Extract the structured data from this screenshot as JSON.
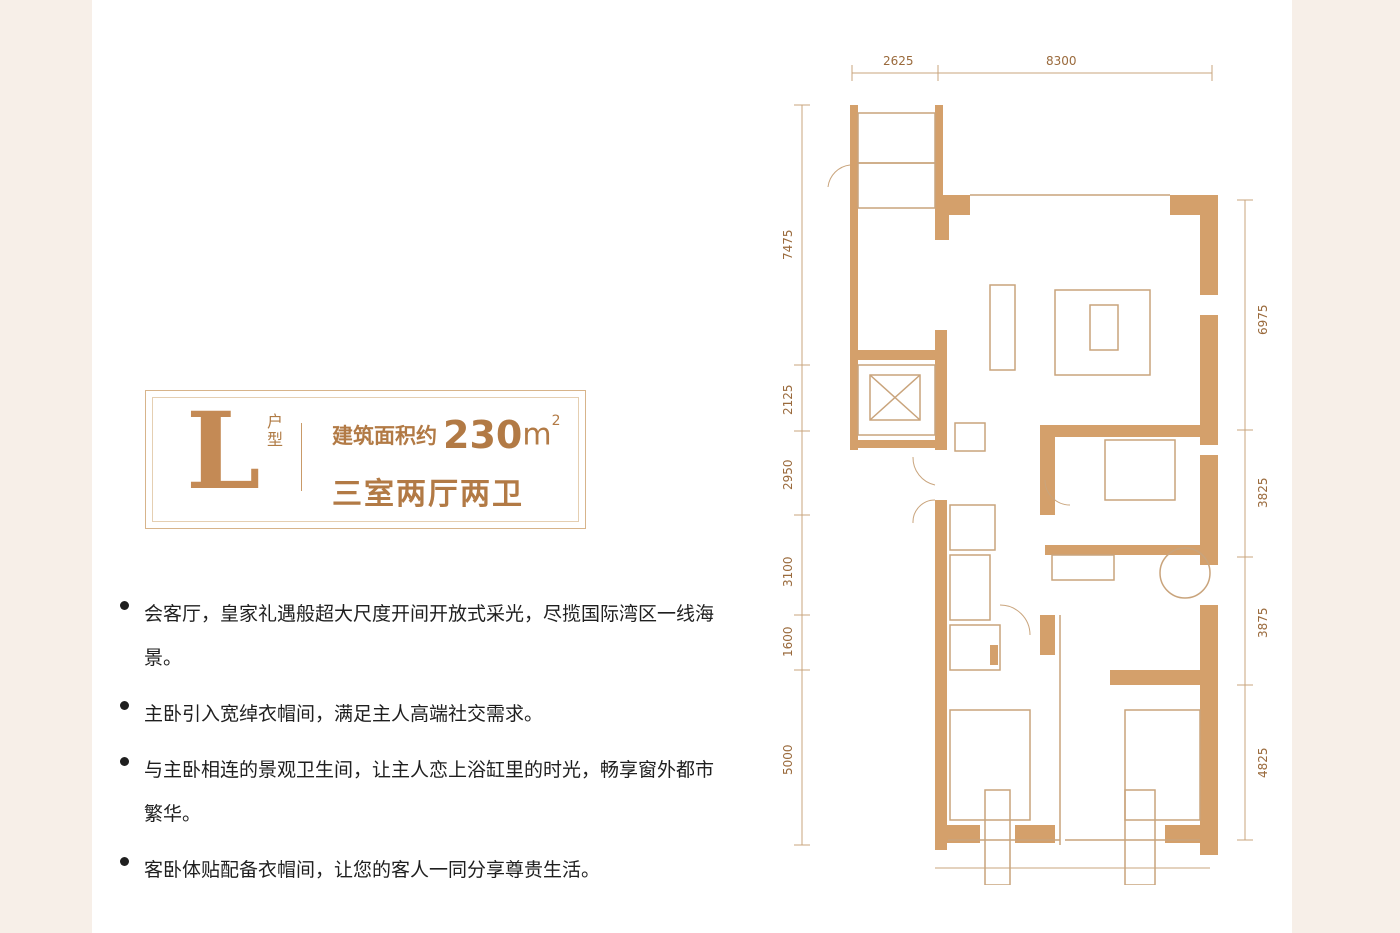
{
  "unit": {
    "letter": "L",
    "type_label": "户型",
    "area_label": "建筑面积约",
    "area_value": "230",
    "area_unit": "m",
    "area_superscript": "2",
    "layout": "三室两厅两卫"
  },
  "features": [
    "会客厅，皇家礼遇般超大尺度开间开放式采光，尽揽国际湾区一线海景。",
    "主卧引入宽绰衣帽间，满足主人高端社交需求。",
    "与主卧相连的景观卫生间，让主人恋上浴缸里的时光，畅享窗外都市繁华。",
    "客卧体贴配备衣帽间，让您的客人一同分享尊贵生活。"
  ],
  "dimensions": {
    "top": [
      "2625",
      "8300"
    ],
    "left": [
      "7475",
      "2125",
      "2950",
      "3100",
      "1600",
      "5000"
    ],
    "right": [
      "6975",
      "3825",
      "3875",
      "4825"
    ]
  },
  "colors": {
    "accent": "#c48a55",
    "wall": "#d4a06b",
    "line": "#b88a5a"
  }
}
